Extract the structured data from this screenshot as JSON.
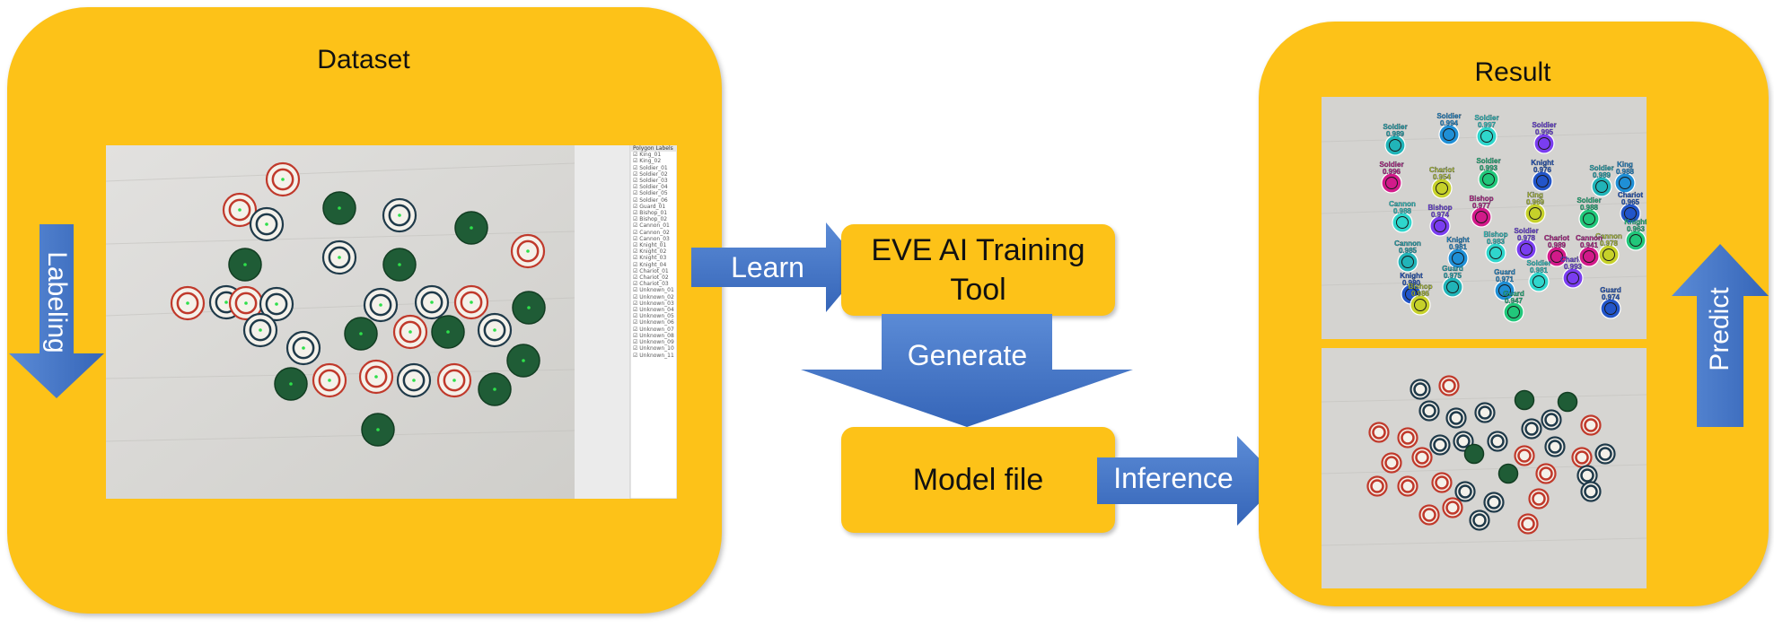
{
  "panels": {
    "dataset": {
      "title": "Dataset"
    },
    "result": {
      "title": "Result"
    }
  },
  "boxes": {
    "training_tool": "EVE AI Training Tool",
    "model_file": "Model file"
  },
  "arrows": {
    "labeling": "Labeling",
    "learn": "Learn",
    "generate": "Generate",
    "inference": "Inference",
    "predict": "Predict"
  },
  "labeling_tool": {
    "panel_header": "Polygon Labels",
    "labels": [
      "King_01",
      "King_02",
      "Soldier_01",
      "Soldier_02",
      "Soldier_03",
      "Soldier_04",
      "Soldier_05",
      "Soldier_06",
      "Guard_01",
      "Bishop_01",
      "Bishop_02",
      "Cannon_01",
      "Cannon_02",
      "Cannon_03",
      "Knight_01",
      "Knight_02",
      "Knight_03",
      "Knight_04",
      "Chariot_01",
      "Chariot_02",
      "Chariot_03",
      "Unknown_01",
      "Unknown_02",
      "Unknown_03",
      "Unknown_04",
      "Unknown_05",
      "Unknown_06",
      "Unknown_07",
      "Unknown_08",
      "Unknown_09",
      "Unknown_10",
      "Unknown_11"
    ]
  },
  "detections": [
    {
      "label": "Soldier",
      "score": "0.989"
    },
    {
      "label": "Soldier",
      "score": "0.994"
    },
    {
      "label": "Soldier",
      "score": "0.997"
    },
    {
      "label": "Soldier",
      "score": "0.995"
    },
    {
      "label": "Soldier",
      "score": "0.996"
    },
    {
      "label": "Chariot",
      "score": "0.954"
    },
    {
      "label": "Soldier",
      "score": "0.993"
    },
    {
      "label": "Knight",
      "score": "0.976"
    },
    {
      "label": "Soldier",
      "score": "0.989"
    },
    {
      "label": "King",
      "score": "0.988"
    },
    {
      "label": "Cannon",
      "score": "0.988"
    },
    {
      "label": "Bishop",
      "score": "0.974"
    },
    {
      "label": "Bishop",
      "score": "0.977"
    },
    {
      "label": "King",
      "score": "0.969"
    },
    {
      "label": "Soldier",
      "score": "0.988"
    },
    {
      "label": "Chariot",
      "score": "0.965"
    },
    {
      "label": "Cannon",
      "score": "0.985"
    },
    {
      "label": "Knight",
      "score": "0.981"
    },
    {
      "label": "Bishop",
      "score": "0.983"
    },
    {
      "label": "Soldier",
      "score": "0.978"
    },
    {
      "label": "Chariot",
      "score": "0.989"
    },
    {
      "label": "Cannon",
      "score": "0.978"
    },
    {
      "label": "Knight",
      "score": "0.963"
    },
    {
      "label": "Knight",
      "score": "0.980"
    },
    {
      "label": "Guard",
      "score": "0.975"
    },
    {
      "label": "Guard",
      "score": "0.971"
    },
    {
      "label": "Soldier",
      "score": "0.981"
    },
    {
      "label": "Chariot",
      "score": "0.993"
    },
    {
      "label": "Cannon",
      "score": "0.941"
    },
    {
      "label": "Bishop",
      "score": "0.986"
    },
    {
      "label": "Guard",
      "score": "0.947"
    },
    {
      "label": "Guard",
      "score": "0.974"
    }
  ],
  "colors": {
    "panel": "#fdc218",
    "arrow": "#4472c4",
    "piece_red": "#c0392b",
    "piece_black": "#1f3a4a",
    "piece_green": "#1f5c36"
  }
}
